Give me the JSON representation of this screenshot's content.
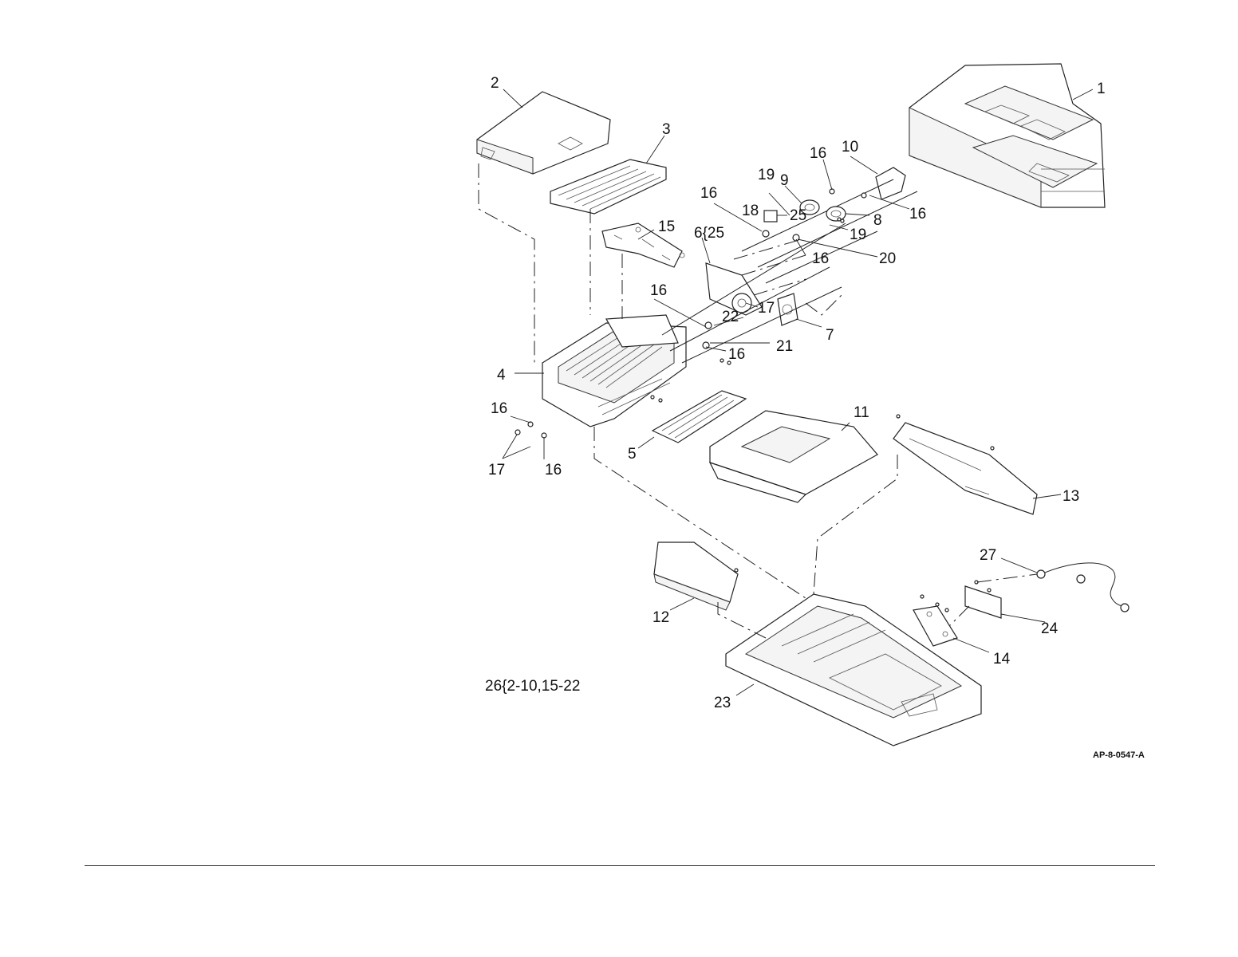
{
  "callouts": {
    "c1": "1",
    "c2": "2",
    "c3": "3",
    "c4": "4",
    "c5": "5",
    "c6": "6{25",
    "c7": "7",
    "c8": "8",
    "c9": "9",
    "c10": "10",
    "c11": "11",
    "c12": "12",
    "c13": "13",
    "c14": "14",
    "c15": "15",
    "c16a": "16",
    "c16b": "16",
    "c16c": "16",
    "c16d": "16",
    "c16e": "16",
    "c16f": "16",
    "c16g": "16",
    "c16h": "16",
    "c17a": "17",
    "c17b": "17",
    "c18": "18",
    "c19a": "19",
    "c19b": "19",
    "c20": "20",
    "c21": "21",
    "c22": "22",
    "c23": "23",
    "c24": "24",
    "c25": "25",
    "c27": "27"
  },
  "kit_note": "26{2-10,15-22",
  "figure_code": "AP-8-0547-A"
}
